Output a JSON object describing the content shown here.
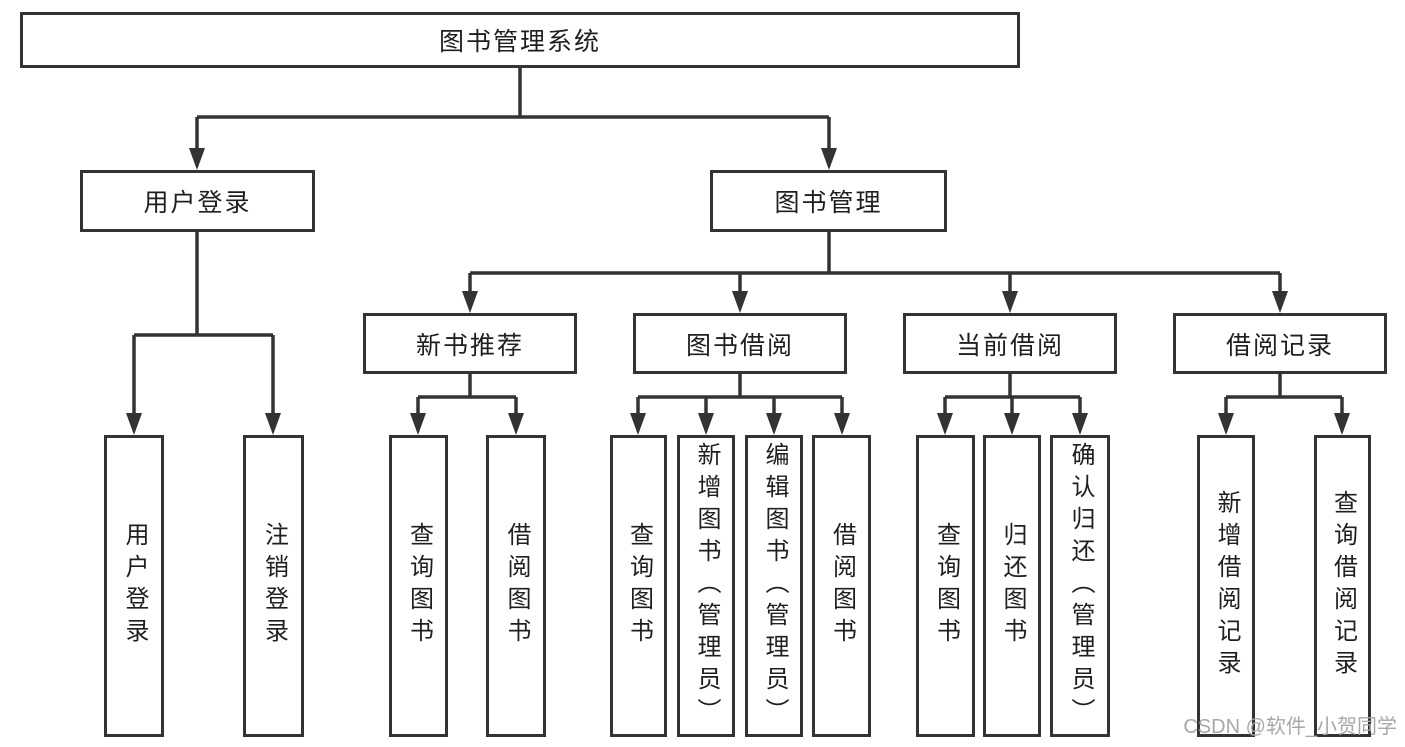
{
  "tree": {
    "root": "图书管理系统",
    "children": [
      {
        "label": "用户登录",
        "children": [
          {
            "label": "用户登录"
          },
          {
            "label": "注销登录"
          }
        ]
      },
      {
        "label": "图书管理",
        "children": [
          {
            "label": "新书推荐",
            "children": [
              {
                "label": "查询图书"
              },
              {
                "label": "借阅图书"
              }
            ]
          },
          {
            "label": "图书借阅",
            "children": [
              {
                "label": "查询图书"
              },
              {
                "label": "新增图书（管理员）"
              },
              {
                "label": "编辑图书（管理员）"
              },
              {
                "label": "借阅图书"
              }
            ]
          },
          {
            "label": "当前借阅",
            "children": [
              {
                "label": "查询图书"
              },
              {
                "label": "归还图书"
              },
              {
                "label": "确认归还（管理员）"
              }
            ]
          },
          {
            "label": "借阅记录",
            "children": [
              {
                "label": "新增借阅记录"
              },
              {
                "label": "查询借阅记录"
              }
            ]
          }
        ]
      }
    ]
  },
  "watermark": "CSDN @软件_小贺同学",
  "colors": {
    "line": "#333333",
    "box_border": "#333333",
    "text": "#1f1f1f",
    "watermark": "#a8a8a8",
    "background": "#ffffff"
  }
}
